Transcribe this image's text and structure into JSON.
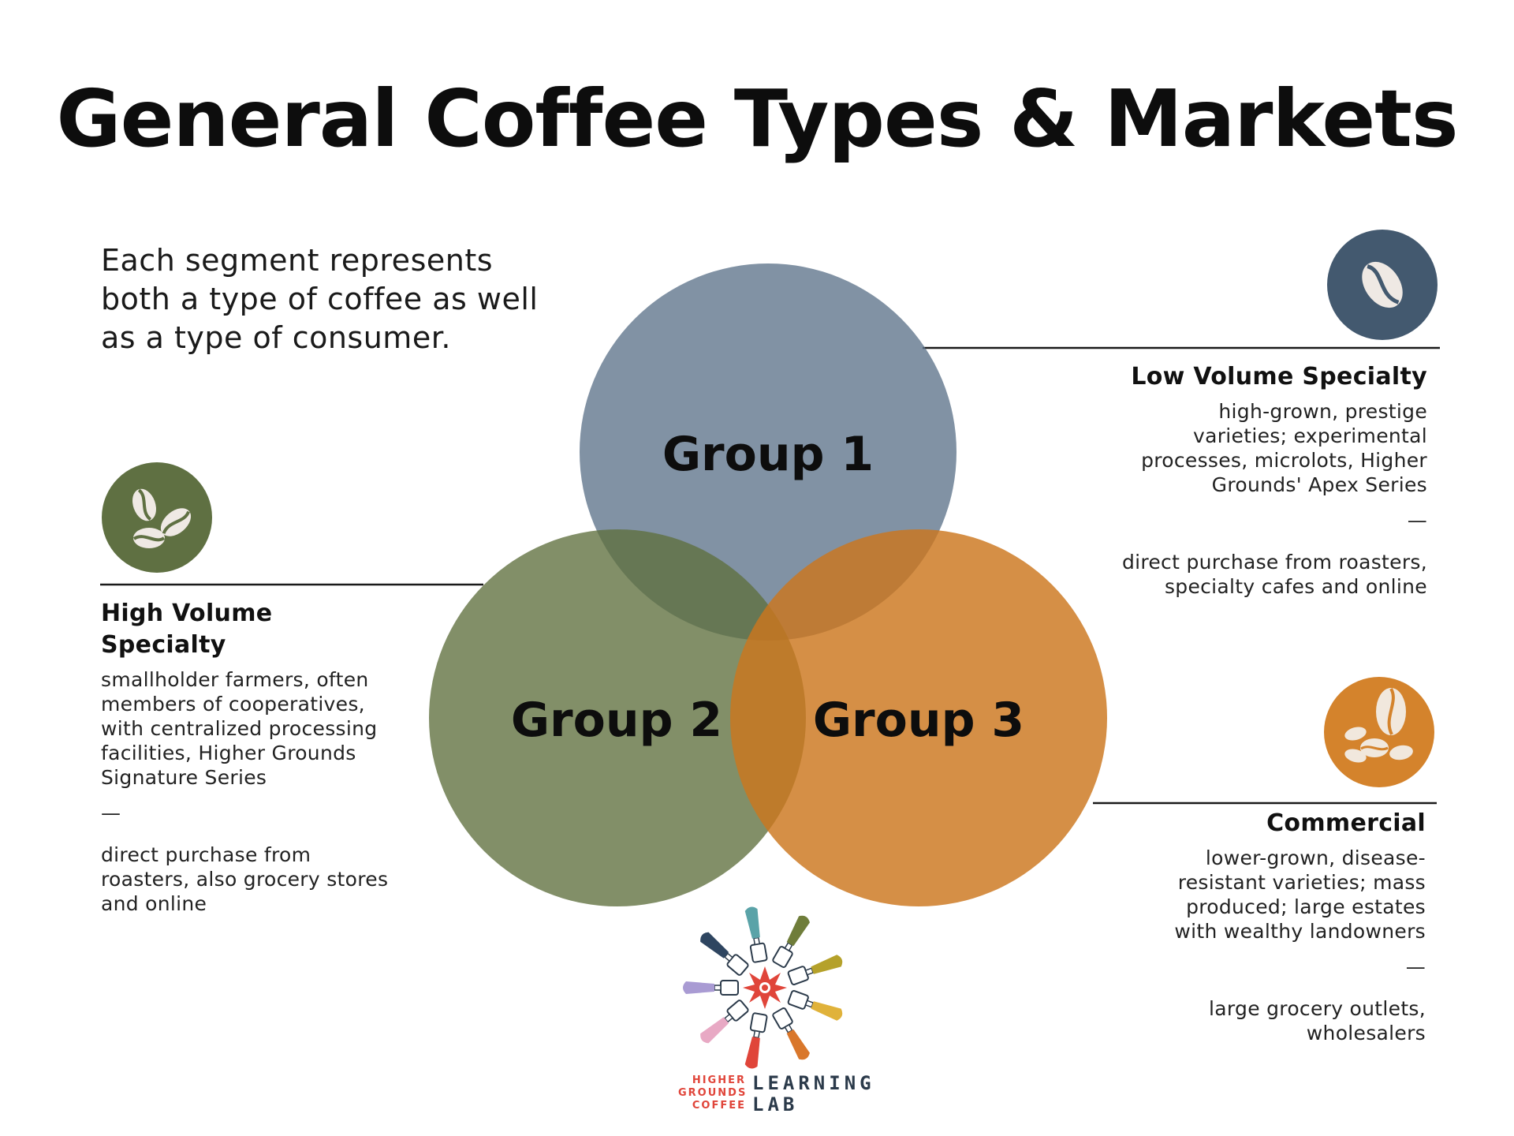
{
  "title": "General Coffee Types & Markets",
  "intro": "Each segment represents both a type of coffee as well as a type of consumer.",
  "venn": {
    "circles": [
      {
        "label": "Group 1",
        "color": "#5e738a"
      },
      {
        "label": "Group 2",
        "color": "#5f6f3e"
      },
      {
        "label": "Group 3",
        "color": "#cc761d"
      }
    ]
  },
  "segments": {
    "low_volume": {
      "heading": "Low Volume Specialty",
      "description": "high-grown, prestige varieties; experimental processes, microlots, Higher Grounds' Apex Series",
      "separator": "—",
      "market": "direct purchase from roasters, specialty cafes and online",
      "icon": "coffee-bean-icon",
      "icon_color": "#43596f"
    },
    "high_volume": {
      "heading": "High Volume Specialty",
      "description": "smallholder farmers, often members of cooperatives, with centralized processing facilities, Higher Grounds Signature Series",
      "separator": "—",
      "market": "direct purchase from roasters, also grocery stores and online",
      "icon": "coffee-beans-icon",
      "icon_color": "#5f7042"
    },
    "commercial": {
      "heading": "Commercial",
      "description": "lower-grown, disease-resistant varieties; mass produced; large estates with wealthy landowners",
      "separator": "—",
      "market": "large grocery outlets, wholesalers",
      "icon": "coffee-bean-pile-icon",
      "icon_color": "#d4832c"
    }
  },
  "logo": {
    "small_lines": [
      "HIGHER",
      "GROUNDS",
      "COFFEE"
    ],
    "big_lines": [
      "LEARNING",
      "LAB"
    ],
    "icon": "portafilter-wheel-icon"
  }
}
